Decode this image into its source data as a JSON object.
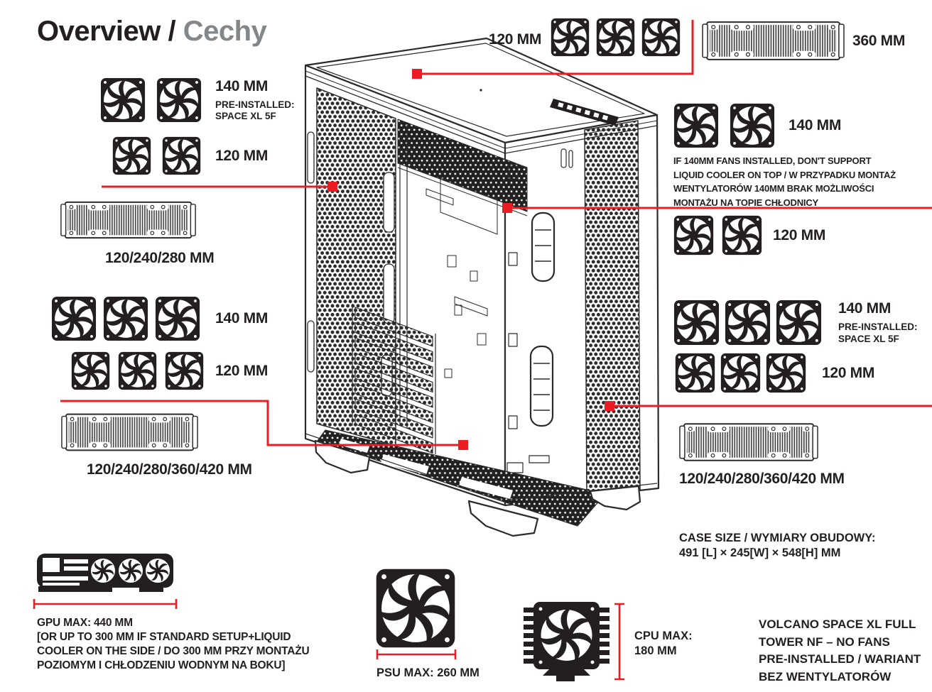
{
  "title": {
    "primary": "Overview /",
    "secondary": "Cechy"
  },
  "colors": {
    "ink": "#231f20",
    "accent": "#ec1c24",
    "muted": "#84878a"
  },
  "groups": {
    "front_140": {
      "fan_count": 2,
      "size": "140 MM",
      "note1": "PRE-INSTALLED:",
      "note2": "SPACE XL 5F"
    },
    "front_120": {
      "fan_count": 2,
      "size": "120 MM"
    },
    "front_rad": {
      "label": "120/240/280 MM"
    },
    "side_140": {
      "fan_count": 3,
      "size": "140 MM"
    },
    "side_120": {
      "fan_count": 3,
      "size": "120 MM"
    },
    "side_rad": {
      "label": "120/240/280/360/420 MM"
    },
    "top_120": {
      "fan_count": 3,
      "size": "120 MM"
    },
    "top_rad": {
      "label": "360 MM"
    },
    "right_140": {
      "fan_count": 2,
      "size": "140 MM",
      "note_l1": "IF 140MM FANS INSTALLED, DON'T SUPPORT",
      "note_l2": "LIQUID COOLER ON TOP / W PRZYPADKU MONTAŻ",
      "note_l3": "WENTYLATORÓW 140MM BRAK MOŻLIWOŚCI",
      "note_l4": "MONTAŻU NA TOPIE CHŁODNICY"
    },
    "right_120": {
      "fan_count": 2,
      "size": "120 MM"
    },
    "right_low_140": {
      "fan_count": 3,
      "size": "140 MM",
      "note1": "PRE-INSTALLED:",
      "note2": "SPACE XL 5F"
    },
    "right_low_120": {
      "fan_count": 3,
      "size": "120 MM"
    },
    "right_rad": {
      "label": "120/240/280/360/420 MM"
    }
  },
  "case_size": {
    "line1": "CASE SIZE / WYMIARY OBUDOWY:",
    "line2": "491 [L] × 245[W] × 548[H] MM"
  },
  "gpu": {
    "line1": "GPU MAX: 440 MM",
    "line2": "[OR UP TO 300 MM IF STANDARD SETUP+LIQUID",
    "line3": "COOLER ON THE SIDE / DO 300 MM PRZY MONTAŻU",
    "line4": "POZIOMYM I CHŁODZENIU WODNYM NA BOKU]"
  },
  "psu": {
    "label": "PSU MAX: 260 MM"
  },
  "cpu": {
    "line1": "CPU MAX:",
    "line2": "180 MM"
  },
  "variant": {
    "line1": "VOLCANO SPACE XL FULL",
    "line2": "TOWER NF – NO FANS",
    "line3": "PRE-INSTALLED / WARIANT",
    "line4": "BEZ WENTYLATORÓW"
  }
}
